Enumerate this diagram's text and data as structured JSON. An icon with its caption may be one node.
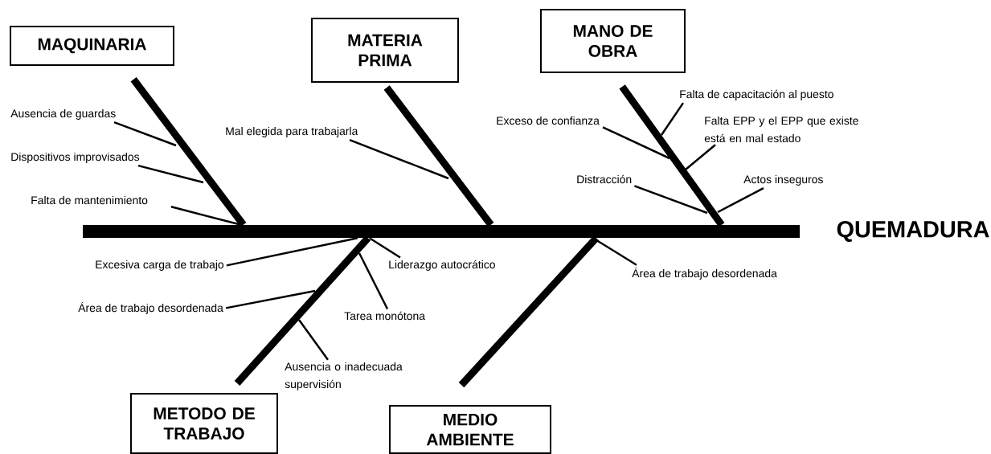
{
  "diagram": {
    "nodes": [
      {
        "text": [
          "MAQUINARIA"
        ]
      },
      {
        "text": [
          "MATERIA PRIMA"
        ]
      },
      {
        "text": [
          "MANO DE OBRA"
        ]
      },
      {
        "text": [
          "Falta de capacitación al puesto"
        ]
      },
      {
        "text": [
          "Ausencia de guardas"
        ]
      },
      {
        "text": [
          "Exceso de confianza"
        ]
      },
      {
        "text": [
          "Mal elegida para trabajarla"
        ]
      },
      {
        "text": [
          "Falta EPP y el EPP que existe está en mal estado"
        ]
      },
      {
        "text": [
          "Dispositivos improvisados"
        ]
      },
      {
        "text": [
          "Distracción"
        ]
      },
      {
        "text": [
          "Actos inseguros"
        ]
      },
      {
        "text": [
          "Falta de mantenimiento"
        ]
      },
      {
        "text": [],
        "shape": "bar"
      },
      {
        "text": [
          "QUEMADURA"
        ]
      },
      {
        "text": [
          "Excesiva carga de trabajo"
        ]
      },
      {
        "text": [
          "Liderazgo autocrático"
        ]
      },
      {
        "text": [
          "Área de trabajo desordenada"
        ]
      },
      {
        "text": [
          "Área de trabajo desordenada"
        ]
      },
      {
        "text": [
          "Tarea monótona"
        ]
      },
      {
        "text": [
          "Ausencia o inadecuada supervisión"
        ]
      },
      {
        "text": [
          "METODO DE TRABAJO"
        ]
      },
      {
        "text": [
          "MEDIO AMBIENTE"
        ]
      }
    ],
    "edges": [
      {
        "from": 0,
        "to": 12,
        "arrow": "none",
        "style": "thick"
      },
      {
        "from": 1,
        "to": 12,
        "arrow": "none",
        "style": "thick"
      },
      {
        "from": 2,
        "to": 12,
        "arrow": "none",
        "style": "thick"
      },
      {
        "from": 20,
        "to": 12,
        "arrow": "none",
        "style": "thick"
      },
      {
        "from": 21,
        "to": 12,
        "arrow": "none",
        "style": "thick"
      },
      {
        "from": 3,
        "to": null,
        "arrow": "none"
      },
      {
        "from": 4,
        "to": null,
        "arrow": "none"
      },
      {
        "from": 5,
        "to": null,
        "arrow": "none"
      },
      {
        "from": 6,
        "to": null,
        "arrow": "none"
      },
      {
        "from": 7,
        "to": null,
        "arrow": "none"
      },
      {
        "from": 8,
        "to": null,
        "arrow": "none"
      },
      {
        "from": 9,
        "to": null,
        "arrow": "none"
      },
      {
        "from": 10,
        "to": null,
        "arrow": "none"
      },
      {
        "from": 11,
        "to": 12,
        "arrow": "none"
      },
      {
        "from": 14,
        "to": 12,
        "arrow": "none"
      },
      {
        "from": 15,
        "to": 12,
        "arrow": "none"
      },
      {
        "from": 16,
        "to": 12,
        "arrow": "none"
      },
      {
        "from": 17,
        "to": null,
        "arrow": "none"
      },
      {
        "from": 18,
        "to": null,
        "arrow": "none"
      },
      {
        "from": 19,
        "to": null,
        "arrow": "none"
      }
    ]
  }
}
